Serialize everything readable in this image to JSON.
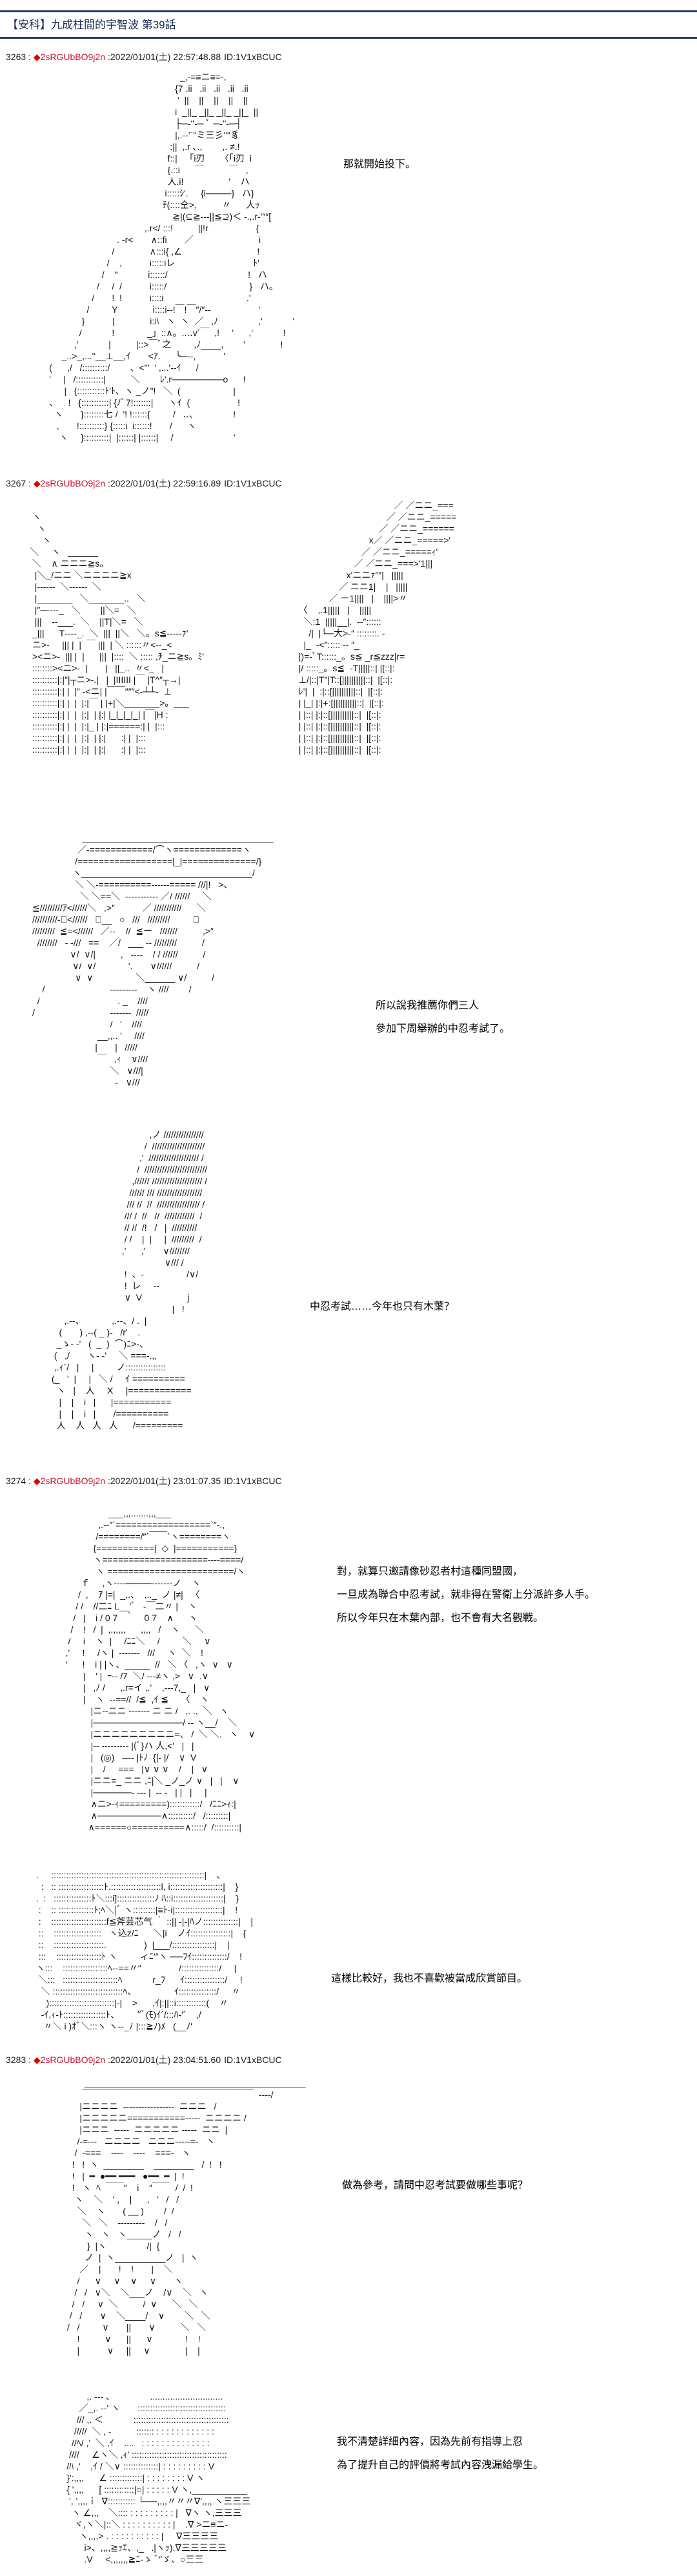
{
  "theme": {
    "title_rule": "#1f3a6b",
    "title_text": "#1a2b52",
    "trip_mark": "#e00000",
    "trip_name": "#c4122f"
  },
  "thread": {
    "title": "【安科】九成柱間的宇智波 第39話"
  },
  "posts": [
    {
      "number": "3263",
      "number_sep": " : ",
      "trip_mark": "◆",
      "trip": "2sRGUbBO9j2n",
      "datetime": ":2022/01/01(土) 22:57:48.88",
      "id": "ID:1V1xBCUC",
      "panels": [
        {
          "art": [
            [
              "          _,-=≡ニ≡=-,",
              "        {7 .ii   .ii   .ii   .ii   .ii",
              "         '  ||    ||    ||    ||    ||",
              "        i  _||_ _||_ _||_ _||_  ||",
              "        ├─‐''‐─ ﾟ ─‐''‐─┤",
              "        |,.-‐'´''ミ三彡''″豸",
              "      :||  ,.r ､.,        ,. ≠.!",
              "     f::|   「i刃      〈「i刃  i",
              "     {.::i      ￣          ￣   ,",
              "     人.i!                  '    ハ",
              "    i:::::ｼ'.     {i────}   ハ}",
              "   ﾁ(::::仝>,          〃      人ｯ",
              "       ≧|(⊆≧‐-‐||≦⊇)＜ ‐.,.r‐'″″["
            ],
            [
              "                                              ,.r</ :::!          ||!r                   {",
              "                                   . -r<       ∧::fi       ／                          i",
              "                                 /              ∧:::i{ ,∠                              !",
              "                               /    ,           i:::::iレ                               ﾄ'",
              "                             /    ''            i::::::/                                !   ハ",
              "                           /     /  /           i:::::/                                 }   ハ。",
              "                         /       !  !           i::::i                                 .'",
              "                       /         Y              i::::i-‐!￣!￣″/″‐-                   '",
              "                     }           |              i:ﾊ   ヽ  ヽ  ／   ,ﾉ                ,'            '",
              "                    /            !             _」::∧。..‥v´￣  ,!     '      ,'            !",
              "                  ,'            |          |::>￣ﾞ之         ,ﾉ____,        '              !",
              "             _..>_,...''__⊥__,ｲ       <ｱ.      ╰─‐‐,           '",
              "        (      ,/   /::::::::::/        、<'''  ' ,...'‐‐ｲ      /",
              "        '     |   /:::::::::::|          ＼        ﾚ'.r────────o      !",
              "              |   {:::::::::::ﾄ'ﾄ、ヽ _ノ″!   ＼  (                     |",
              "        、    !   {:::::::::::| {ﾉﾞ7!:::::::|      ヽｲ  (                   !",
              "          ヽ       }::::::::七 /  '! !::::::{         /   ‥、              !",
              "           ,       !::::::::::} {:::::i  i::::::!       /      ヽ",
              "            ヽ     }::::::::::|  |::::::| |::::::|     /                        '"
            ]
          ],
          "dialogue": [
            "那就開始投下。"
          ]
        }
      ]
    },
    {
      "number": "3267",
      "number_sep": " : ",
      "trip_mark": "◆",
      "trip": "2sRGUbBO9j2n",
      "datetime": ":2022/01/01(土) 22:59:16.89",
      "id": "ID:1V1xBCUC",
      "panels": [
        {
          "art": [
            [
              "",
              " ヽ",
              "   ヽ",
              "     ヽ",
              "＼     ヽ   ______",
              " ＼    ∧ ニニニ≧s。",
              "  |＼_/ニニ ＼ニニニニ≧x",
              "  |------  ＼------  ＼",
              "  |_______   ＼_______..   ＼",
              "  |″─----_   ＼        ||＼=   ＼",
              "  |||    ‐-___.  ＼    ||T|＼=   ＼",
              " _|||      T‐---_.  ＼  |||  ||＼   ＼。s≦‐----ｧ'",
              " ニ>-     ||| |  |  ￣ |||  | ＼ ::::::〃<‐-_<",
              " ><ニ>-  ||| |  |      |||  |::::  ＼ ::::: ,ﾁ_ニ≧s。ﾐ'",
              " ::::::::><ニ>-  |       |   ||_..  〃<_   |",
              " ::::::::::|:|″|┬ニ>-.|   |  |IIIIII |￣ |T^″┬→|",
              " ::::::::::|:| |  |″ -<ニ| |￣￣″″″<-┴┴-  ⊥",
              " ::::::::::|:| |  |  |:|￣ | |+|＼_______>。___",
              " ::::::::::|:| |  |  |:|  | |:| |_|_|_|_| |￣|H :",
              " ::::::::::|:| |  |  |:|_ | |:|======:| |  |:::",
              " ::::::::::|:| |  |  |:|  | |:|      :| |  |:::",
              " ::::::::::|:| |  |  |:|  | |:|      :| |  |:::"
            ],
            [
              "                                        ／ ／ニニ_===",
              "                                     ／ ／ニニ_=====",
              "                                  ／ ／ニニ_======",
              "                              x／ ／ニニ_=====>'",
              "                           ／ ／ニニ_=====ｨ'",
              "                        ／ ／ニニ_===>'1|||",
              "                     x'ニニｧ″″|   |||||",
              "                  ／ ニニ1|    |   |||||",
              "              ／ ー1||||   |    ||||>〃",
              "  〈    ,.1|||||   |    |||||",
              "    ＼:1  |||||__|.  ‐‐″::::::",
              "      /|  |└─大>-″ ::::::::. -",
              "    |_  -<″::::: ‐- ″_",
              "  |)=-ﾞT::::::_。s≦ _r≦zzz|r=",
              "  |/ :::::_。s≦  -T|||||::| |[::|:",
              "  ⊥/|::|T″|T::[||||||||||::|  |[::|:",
              "  ﾚ'|  |  :|::[||||||||||::|  |[::|:",
              "  | |_| |:|+:[||||||||||::|  |[::|:",
              "  | |::| |:|::[||||||||||::|  |[::|:",
              "  | |::| |:|::[||||||||||::|  |[::|:",
              "  | |::| |:|::[||||||||||::|  |[::|:",
              "  | |::| |:|::[||||||||||::|  |[::|:"
            ]
          ],
          "dialogue": []
        },
        {
          "art": [
            [
              "                    ______________________________________",
              "                  ／‐============/⌒ヽ=============ヽ",
              "                 /==================|_|==============/}",
              "                ヽ__________________________________/",
              "                 ＼ ＼‐==========‐‐‐‐‐‐===== ///|!   >、",
              "                   ＼ ＼==＼  ‐‐‐‐‐‐‐‐‐‐‐ ／/ //////     ＼",
              "≦/////////ｱ<//////＼   ,>″           ／ ///////////      ＼",
              "//////////-ﾞ<//////   ＼__   ○   ///   /////////         ＼",
              "/////////  ≦=<//////   ／‐‐    //  ≦ー   ///////          ,>″",
              "  ////////   - -///   ==    ／/   ___ ‐‐ /////////          /",
              "               ∨/  ∨/|          ,   ----    / / //////          /",
              "                ∨/  ∨/             '.       ∨//////          /",
              "                 ∨  ∨                 ＼______ ∨/          /",
              "    /                          -‐‐‐‐‐‐‐-    ヽ ////        /",
              "  /                               . _    ////",
              "/                              ‐‐‐‐‐‐-  /////",
              "                               /   '    ////",
              "                          __,,.. '     ////",
              "                         |       |   /////",
              "                          ￣   ,ｨ    ∨////",
              "                               ＼   ∨///|",
              "                                 ‐   ∨///"
            ]
          ],
          "dialogue": [
            "所以說我推薦你們三人",
            "參加下周舉辦的中忍考試了。"
          ]
        },
        {
          "art": [
            [
              "                                        ,ノ ////////////////",
              "                                      /  /////////////////////",
              "                                    ,'  //////////////////// /",
              "                                   /  /////////////////////////",
              "                                 ,////// //////////////////// /",
              "                                ////// /// //////////////////",
              "                               /// //  //  ///////////////// /",
              "                              /// /  //   //  ////////////  /",
              "                              // //  /!   /   |  //////////",
              "                              / /    |  |     |  /////////  /",
              "                             ,'      ,'       ∨////////",
              "                                              ∨/// /",
              "                              !  、-                 /∨/",
              "                              !  レ     --",
              "                              ∨  V                  j",
              "                                                 |   !",
              "      ,.-‐、           ,.--、/ .  |",
              "    (       ) ,-‐( _ )‐   /r'    .",
              "   _ゝ- ‐'   (  _  )  ⌒)ﾆ>-、",
              "  (   ,/       ヽ- ‐'     ＼ ===-.,,",
              "  ,.ｨ´/   |     |         ノ::::::::::::::::",
              " (_   '  |     |   ＼ /     ｲ ==========",
              "   ヽ   |    人     X     |============",
              "    |    |    i   |      |===========",
              "    |    |    i   |       /==========",
              "   人    人   人   人      /========="
            ]
          ],
          "dialogue": [
            "中忍考試……今年也只有木葉？"
          ]
        }
      ]
    },
    {
      "number": "3274",
      "number_sep": " : ",
      "trip_mark": "◆",
      "trip": "2sRGUbBO9j2n",
      "datetime": ":2022/01/01(土) 23:01:07.35",
      "id": "ID:1V1xBCUC",
      "panels": [
        {
          "art": [
            [
              "                    ___,,,.......,,,___",
              "                ,.-‐″´==================`″‐.,",
              "               /========/″´￣￣`ヽ========ヽ",
              "              {===========|  ◇  |===========}",
              "              ヽ====================‐‐‐‐====/",
              "               ヽ ========================/ヽ",
              "         ｆ     ,ヽ‐‐‐‐────‐‐‐‐‐‐‐ノ    ヽ",
              "        /  ,    ｱ |=|  _,.、  ,.._  ノ |≠|   〈",
              "       / /    //二ﾆ L__'ﾞ   ‐￣二〃 |    ヽ",
              "      /   |    i / 0 7   ｀    0 7    ∧      ヽ",
              "     /    !   /  |  ,,,,,,,      ,,,,   /    ヽ      ＼",
              "    /     i    ヽ  |     /ﾆﾆ＼     /         ＼     ∨",
              "   ,'     !     /ヽ |  ‐‐‐‐‐‐‐   ///     ヽ  ＼    !",
              "   '      !    i | |ヽ、_____  //   ＼ 〈   ,ヽ  ∨   ∨",
              "          |    ' |  ｰ-- /7  ＼/ -‐‐≠ヽ ,>   ∨  .∨",
              "          |   ,ﾉ /      ,.r=イ ,.'    ,-‐-7,_   |   ∨",
              "          |    ヽ  ‐-==//  /≦  ,ｲ ≦     〈    ヽ",
              "             |ニ‐‐ニニ ‐‐‐‐‐‐‐ ニ ニ /   ,. .,  ＼   ヽ",
              "             |──────────────/ ‐‐ ヽ__/    ＼",
              "             |ニニニニニニニニニ=、 /  ＼ ＼.   ヽ    ∨",
              "             |‐‐ ‐‐‐‐‐‐‐‐‐ |(ﾞ}ハ 人,<'   |   |",
              "             |   (◎)   ‐‐‐‐ |ﾄﾉ  {|‐ |/    ∨  V",
              "             |    /     ===   |∨ ∨ ∨    /    |   ∨",
              "             |ニニ=_ ニニ ,ﾆ|＼ _ノ_ノ ∨   |   |    ∨",
              "             |──────‐ ‐-‐ |  ‐‐ ‐   | |   |     |",
              "             ∧ニ>-ｨ=========)::::::::::::/   /ﾆﾆ>ｨ:|",
              "             ∧──────────∧::::::::::/   /:::::::::|",
              "            ∧======○==========∧:::::/  /::::::::::|"
            ]
          ],
          "dialogue": [
            "對，就算只邀請像砂忍者村這種同盟國，",
            "一旦成為聯合中忍考試，就非得在警衛上分派許多人手。",
            "所以今年只在木葉內部，也不會有大名觀戰。"
          ]
        },
        {
          "art": [
            [
              " .     :::::::::::::::::::::::::::::::::::::::::::::::::::::::::::::|    ､",
              "   :   :: ::::::::::::::::::ﾄ.::::::::::::::::::::l, i:::::::::::::::::::::|    }",
              " .  :   :::::::::::::::ﾄ＼:::i]:::::::::::::::ﾉ ﾊ::i::::::::::::::::::::|    }",
              "  :    :: ::::::::::::::ﾄ;ﾍ＼|ﾞ ヽ:::::::::|≡ﾄ-i|:::::::::::::::::::|    !",
              "  :    ::::::::::::::::::::::f≦斧芸芯气 ｀ ::|| -|-|ﾊノ::::::::::::::|    |",
              "  ::    :::::::::::::::::::   ヽ込z/ﾆ      ＼|i    ノｲ::::::::::::::::|    {",
              "  ::    ::::::::::::::::::::.               )  |___/:::::::::::::::::|    |",
              "  :::    ::::::::::::::::::ﾄ ヽ         ィﾆ'″ヽ ──ﾌｲ::::::::::::::/    !",
              " ヽ:::    ::::::::::::::::::ﾍ‐-==〃″               /:::::::::::::::/     |",
              "  ＼:::   ::::::::::::::::::::::ﾍ            r_ﾌ      ｲ::::::::::::::::/     !",
              "   ＼ ::::::::::::::::::::::::::::ﾍ、               ｲ:::::::::::::::/     〃",
              "     )::::::::::::::::::::::::::|-|    >      ,ｲ|:||::i::::::::::::(    〃",
              "   -ｲ,ｨ-ﾄ:::::::::::::::::ﾄ、       ″ﾞ(ﾓ)ｲ´/:::ﾊ-'´    ,/",
              "    〃＼ i )ｵﾞ＼:::ヽ ヽ--_ﾉ |:::≧ﾉ)ﾒ   (__ﾉ'"
            ]
          ],
          "dialogue": [
            "這樣比較好，我也不喜歡被當成欣賞節目。"
          ]
        }
      ]
    },
    {
      "number": "3283",
      "number_sep": " : ",
      "trip_mark": "◆",
      "trip": "2sRGUbBO9j2n",
      "datetime": ":2022/01/01(土) 23:04:51.60",
      "id": "ID:1V1xBCUC",
      "panels": [
        {
          "art": [
            [
              "        ____________________________________________",
              "       ￣￣￣￣￣￣￣￣￣￣￣￣￣￣￣￣￣￣￣  ‐‐‐‐/",
              "      |ニニニニ  ‐‐‐‐‐‐‐‐‐‐‐‐‐‐‐‐‐  ニニニ   /",
              "      |ニニニニニ===========‐‐‐‐‐  ニニニニ /",
              "      |ニニニ  ‐‐‐‐‐  ニニニニニ ‐‐‐‐‐  ニニ  |",
              "     /‐=‐‐‐   ニニニニ   ニニニ‐‐‐‐‐=‐   ヽ",
              "    /  ‐===    ‐‐‐‐    ‐‐‐‐    ===‐   ヽ",
              "   !   !  ヽ  ________    ________   /  !   !",
              "   !   |  ━  ●━━ ━━━   ●━━  ━  |  !",
              "   !   ヽ  ﾍ  ￣￣″    i    ″￣￣  /  /  !",
              "    ヽ    ＼    ' ,    |      ,   '   /   /",
              "     ＼    ヽ       ( __ )        /  /",
              "       ＼   ＼    ‐‐‐‐‐‐‐‐‐    /   /",
              "        ヽ   ヽ   ヽ_____ノ   /   /",
              "         }  |ヽ                /|  {",
              "        ノ  |  ヽ__________ノ   |  ヽ",
              "      ／    |       !    !       |    ＼",
              "     /      ∨     ∨    ∨     ∨       ヽ",
              "    /   /   ∨＼    ＼___ノ    /∨    ＼   ヽ",
              "   /   /     ∨  ＼          /  ∨      ＼   ＼",
              "  /   /       ∨    ＼____/    ∨        ＼   ＼",
              " /   /         ∨       ||       ∨          ＼   ＼",
              "     !          ∨      ||      ∨             !    !",
              "     |           ∨     ||     ∨              |    |"
            ]
          ],
          "dialogue": [
            "做為參考，請問中忍考試要做哪些事呢？"
          ]
        },
        {
          "art": [
            [
              "               ,. -‐‐ 、              .............................",
              "            ／_,. -‐' ヽ       :::::::::::::::::::::::::::::::::::",
              "           /// ,. ＜            ::::::::::::::::::::::::::::::::::::::",
              "          /////  ＼ , ‐          ::::::: : : : : : : : : : : : :",
              "         //ﾍ/ ,'  ＼ ,ｲ    ....   : : : : : : : : : : : : : :",
              "        ////     ∠ヽ＼ ,ｨ' ::::::::::::::::::::::::::::::::::::::",
              "       /ﾊ ,'    ,ｲ / ＼∨ ::::::::::::::| : : : : : : : : : V",
              "       }':,,,,      ∠ :::::::::::::| : : : : : : : : V ヽ",
              "       { ',,,,      [ ::::::::::::|○| : : : : : V ヽ,___________",
              "        ', ',,,,ｉ  ∇::::::::::: └──,,,,〃〃〃∇',,,, ヽ三三三",
              "         ヽ ∠,,,    ＼:::: : : : : : : : : : |   ∇ヽ ヽ,三三三",
              "          ヾ,ヽ＼|::＼ : : : : : : : : : : |    .∇ >ニ≡ニ-",
              "            ヽ,,,,> . : : : : : : : : : : |     ∇三三三三",
              "              i>、,,,,≧ｯｴ、,_   .|ヽｯ).∇三三三三三",
              "              .V     <,,,,,,,≧ﾆ-ゝ ﾞ″ゞ、○三三"
            ]
          ],
          "dialogue": [
            "我不清楚詳細內容，因為先前有指導上忍",
            "為了提升自己的評價將考試內容洩漏給學生。"
          ]
        }
      ]
    }
  ]
}
